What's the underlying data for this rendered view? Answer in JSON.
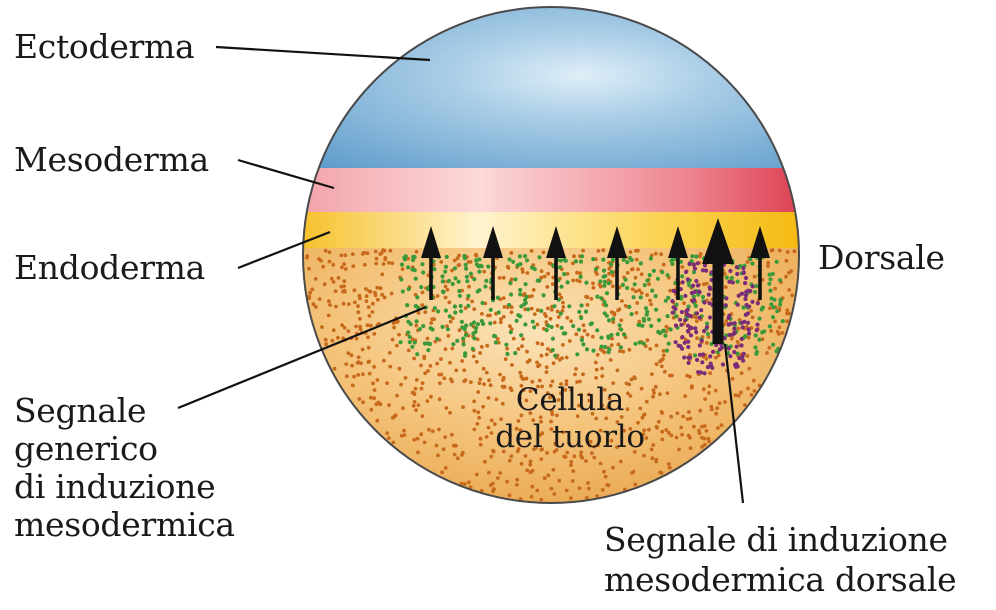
{
  "labels": {
    "ectoderm": "Ectoderma",
    "mesoderm": "Mesoderma",
    "endoderm": "Endoderma",
    "dorsal": "Dorsale",
    "yolk_cell": [
      "Cellula",
      "del tuorlo"
    ],
    "generic_signal": [
      "Segnale",
      "generico",
      "di induzione",
      "mesodermica"
    ],
    "dorsal_signal": [
      "Segnale di induzione",
      "mesodermica dorsale"
    ]
  },
  "colors": {
    "ectoderm": "#6fa8cf",
    "mesoderm": "#e35566",
    "endoderm": "#f8c020",
    "yolk": "#f0b555",
    "yolk_dots": "#c86a1c",
    "generic_signal_dots": "#3a9a3a",
    "dorsal_signal_dots": "#7a2c7a",
    "arrows": "#111111"
  }
}
